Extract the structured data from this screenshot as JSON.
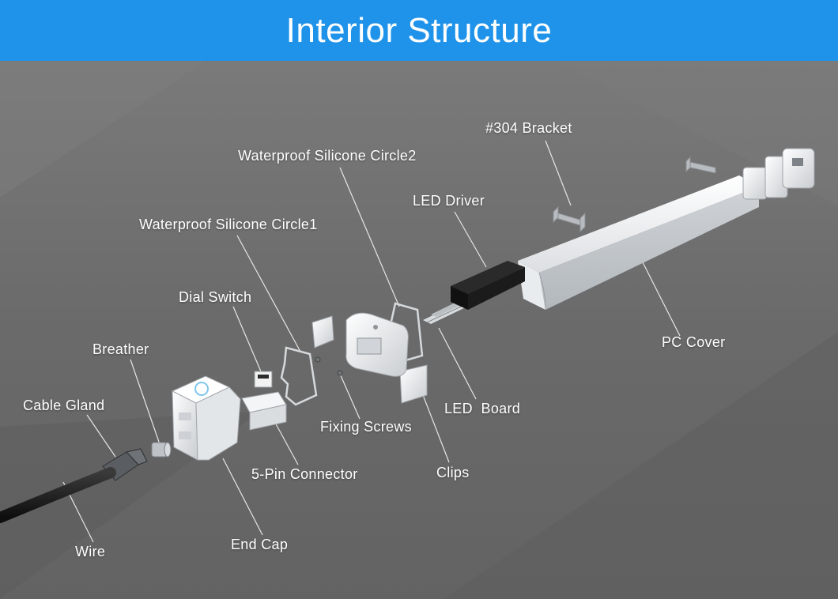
{
  "header": {
    "title": "Interior Structure"
  },
  "labels": {
    "bracket": "#304 Bracket",
    "silicone_circle2": "Waterproof Silicone Circle2",
    "led_driver": "LED Driver",
    "silicone_circle1": "Waterproof Silicone Circle1",
    "dial_switch": "Dial Switch",
    "breather": "Breather",
    "pc_cover": "PC Cover",
    "cable_gland": "Cable Gland",
    "led_board": "LED  Board",
    "fixing_screws": "Fixing Screws",
    "clips": "Clips",
    "pin_connector": "5-Pin Connector",
    "wire": "Wire",
    "end_cap": "End Cap"
  },
  "colors": {
    "header_bg": "#1f93ea",
    "background": "#6e6e6e",
    "label_text": "#ffffff",
    "leader_line": "#e6e6e6"
  }
}
